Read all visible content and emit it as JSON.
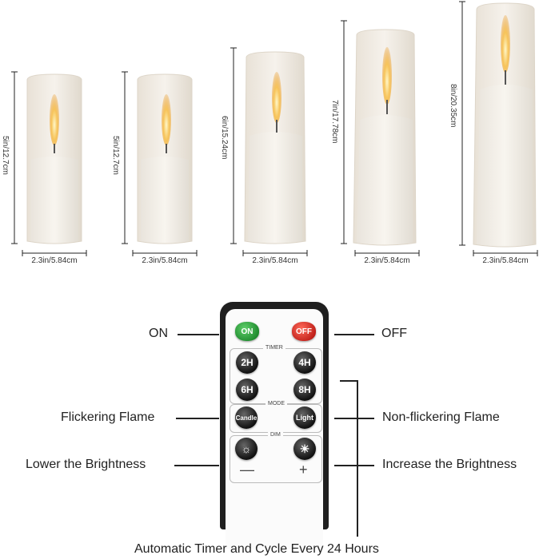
{
  "candles": [
    {
      "height_label": "5in/12.7cm",
      "width_label": "2.3in/5.84cm"
    },
    {
      "height_label": "5in/12.7cm",
      "width_label": "2.3in/5.84cm"
    },
    {
      "height_label": "6in/15.24cm",
      "width_label": "2.3in/5.84cm"
    },
    {
      "height_label": "7in/17.78cm",
      "width_label": "2.3in/5.84cm"
    },
    {
      "height_label": "8in/20.35cm",
      "width_label": "2.3in/5.84cm"
    }
  ],
  "remote": {
    "on_button": "ON",
    "off_button": "OFF",
    "timer_caption": "TIMER",
    "timer_buttons": [
      "2H",
      "4H",
      "6H",
      "8H"
    ],
    "mode_caption": "MODE",
    "candle_button": "Candle",
    "light_button": "Light",
    "dim_caption": "DIM",
    "minus": "—",
    "plus": "+"
  },
  "callouts": {
    "on": "ON",
    "off": "OFF",
    "flicker": "Flickering Flame",
    "nonflicker": "Non-flickering Flame",
    "lower": "Lower the Brightness",
    "increase": "Increase the Brightness",
    "auto_timer": "Automatic Timer and Cycle Every 24 Hours"
  },
  "colors": {
    "on": "#2ea043",
    "off": "#d9302a",
    "remote_body": "#1f1f1f"
  }
}
